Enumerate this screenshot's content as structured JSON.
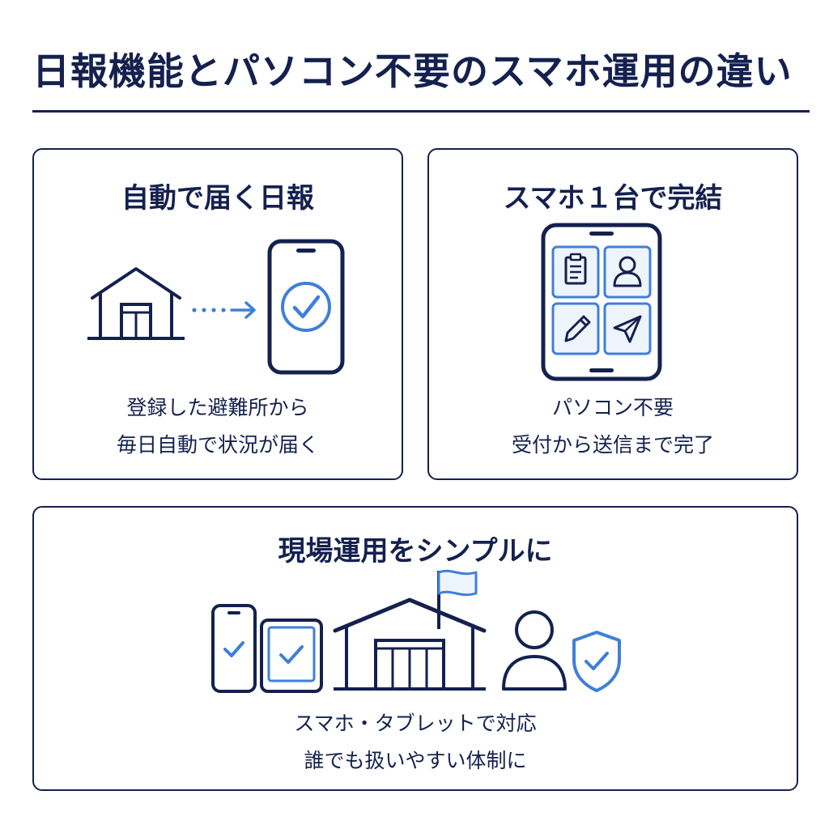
{
  "page": {
    "title": "日報機能とパソコン不要のスマホ運用の違い"
  },
  "cards": {
    "daily_report": {
      "title": "自動で届く日報",
      "lines": [
        "登録した避難所から",
        "毎日自動で状況が届く"
      ],
      "icons": [
        "shelter-building-icon",
        "arrow-right-icon",
        "smartphone-check-icon"
      ]
    },
    "smartphone_only": {
      "title": "スマホ１台で完結",
      "lines": [
        "パソコン不要",
        "受付から送信まで完了"
      ],
      "icons": [
        "clipboard-icon",
        "person-icon",
        "pencil-icon",
        "send-icon"
      ]
    },
    "simple_operation": {
      "title": "現場運用をシンプルに",
      "lines": [
        "スマホ・タブレットで対応",
        "誰でも扱いやすい体制に"
      ],
      "icons": [
        "smartphone-check-icon",
        "tablet-check-icon",
        "shelter-flag-icon",
        "person-icon",
        "shield-check-icon"
      ]
    }
  },
  "colors": {
    "navy": "#14214f",
    "accent_blue": "#3f7fd8",
    "tile_bg": "#eef4fc"
  }
}
